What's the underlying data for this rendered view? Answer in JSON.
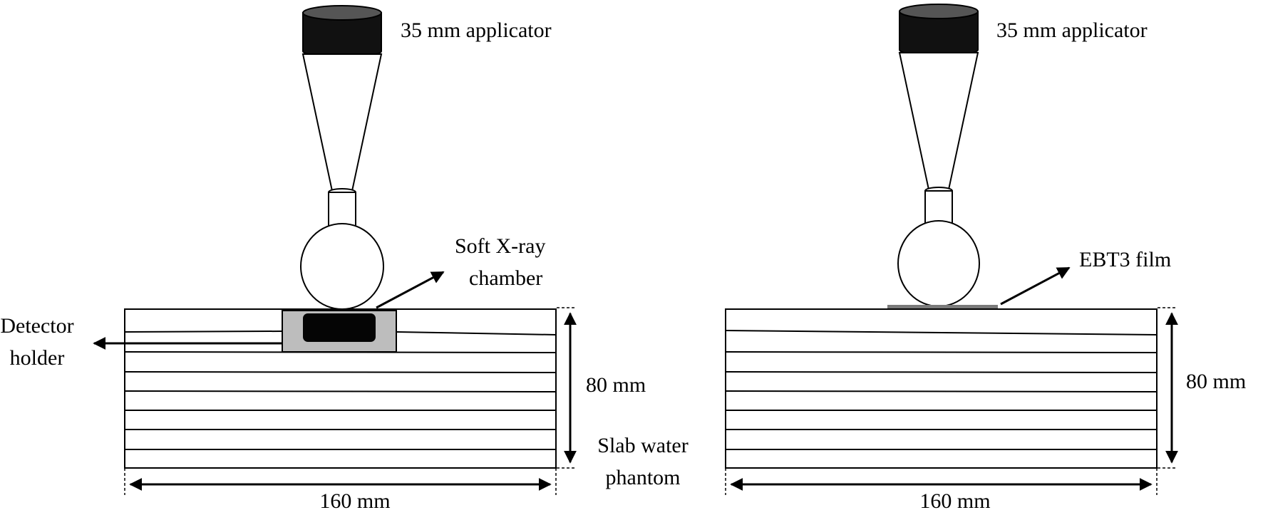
{
  "setup_left": {
    "applicator_label": "35 mm applicator",
    "chamber_label_line1": "Soft X-ray",
    "chamber_label_line2": "chamber",
    "holder_label_line1": "Detector",
    "holder_label_line2": "holder",
    "depth_label": "80 mm",
    "phantom_label_line1": "Slab water",
    "phantom_label_line2": "phantom",
    "width_label": "160 mm"
  },
  "setup_right": {
    "applicator_label": "35 mm applicator",
    "film_label": "EBT3 film",
    "depth_label": "80 mm",
    "width_label": "160 mm"
  },
  "colors": {
    "ink": "#000000",
    "applicator_cap": "#111111",
    "detector_holder": "#bdbdbd",
    "film": "#7a7a7a"
  }
}
